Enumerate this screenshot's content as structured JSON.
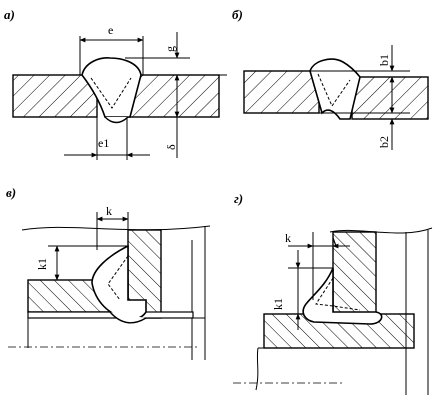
{
  "panels": [
    {
      "id": "a",
      "label": "а)"
    },
    {
      "id": "b",
      "label": "б)"
    },
    {
      "id": "c",
      "label": "в)"
    },
    {
      "id": "d",
      "label": "г)"
    }
  ],
  "dims": {
    "a_e": "e",
    "a_g": "g",
    "a_e1": "e1",
    "a_delta": "δ",
    "b_b1": "b1",
    "b_b2": "b2",
    "c_k": "k",
    "c_k1": "k1",
    "d_k": "k",
    "d_k1": "k1"
  },
  "colors": {
    "ink": "#000000",
    "paper": "#ffffff"
  }
}
